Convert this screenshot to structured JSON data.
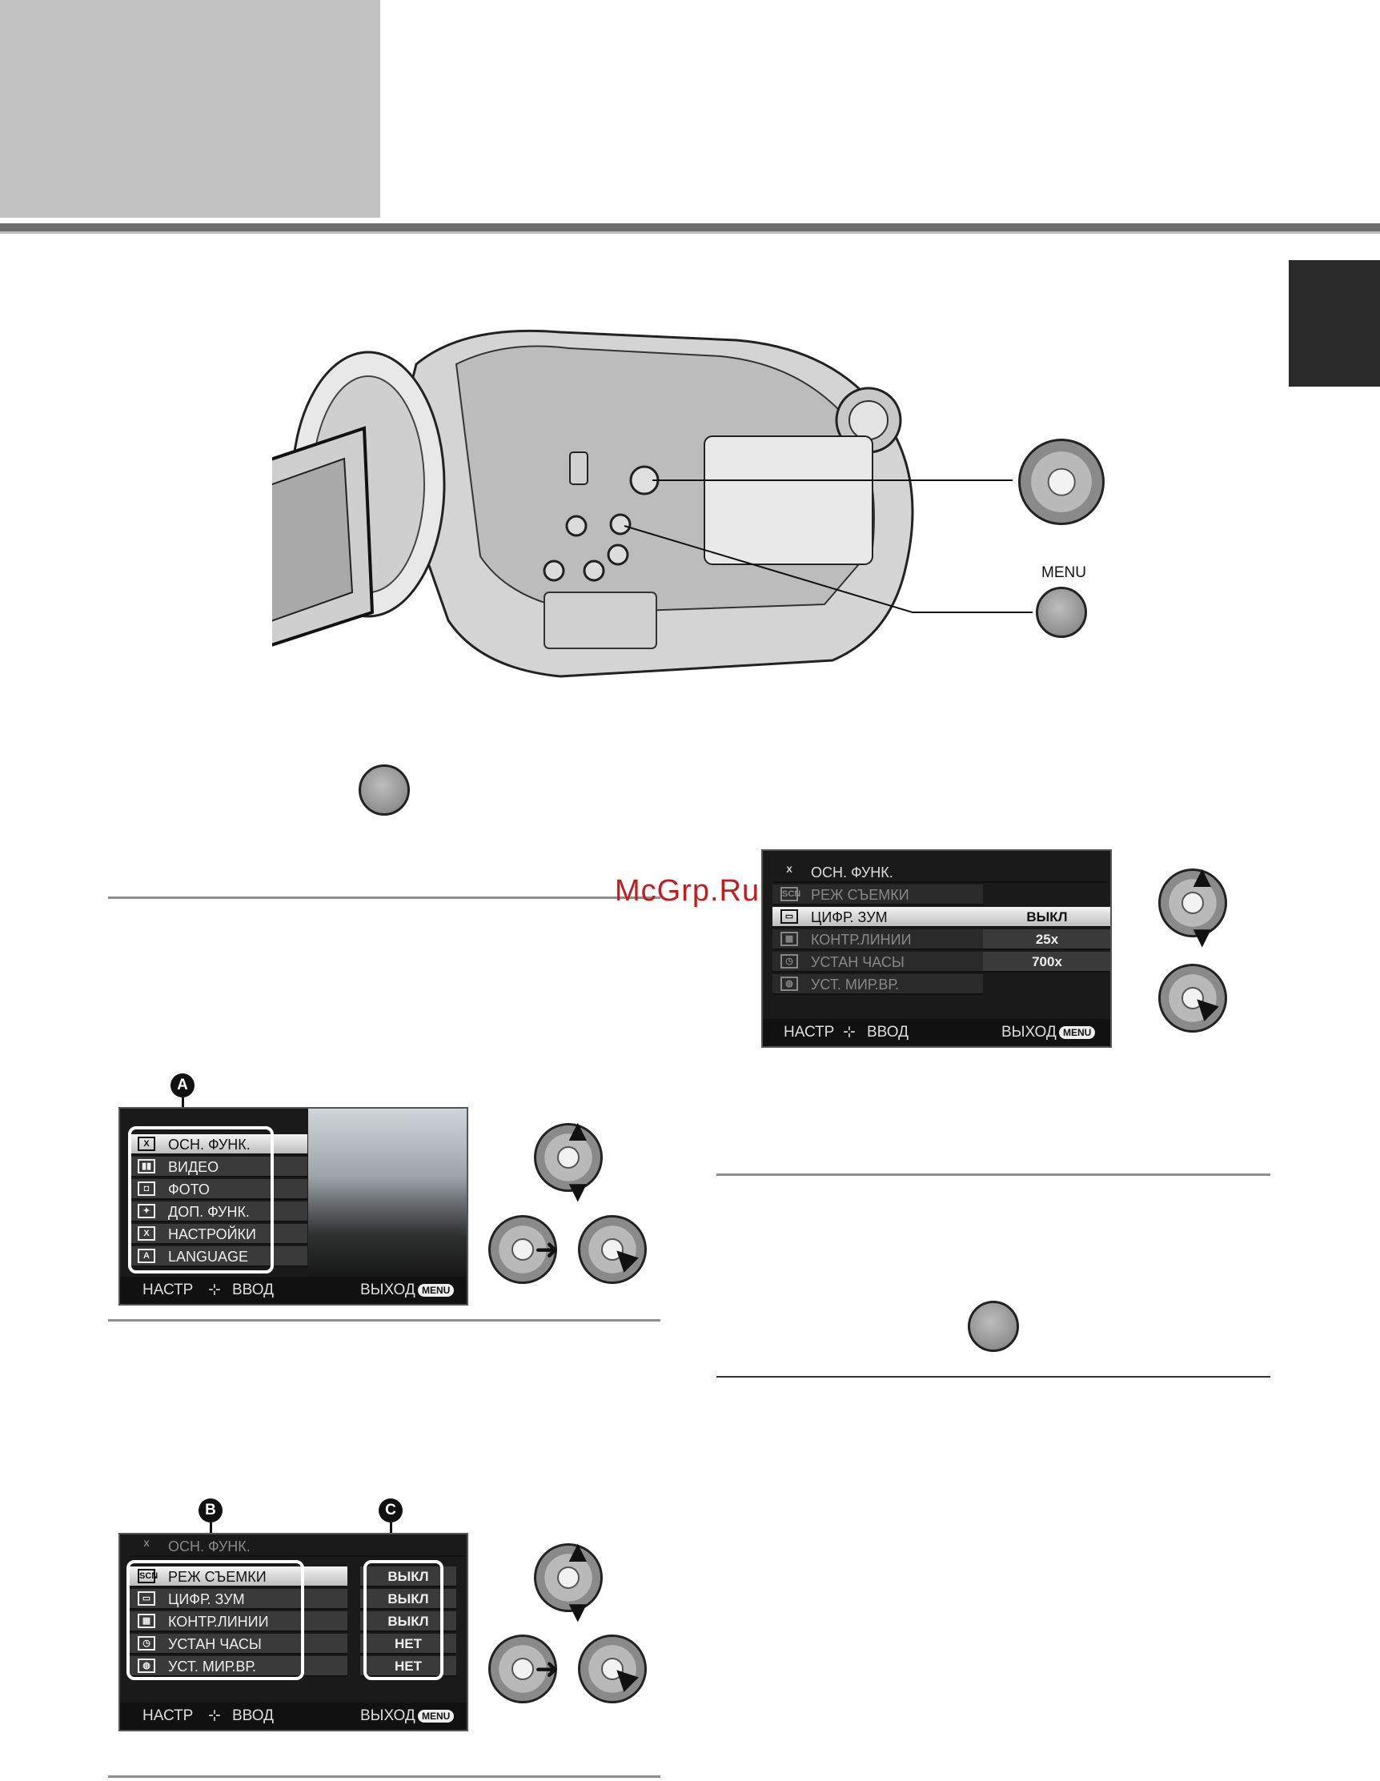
{
  "watermark": "McGrp.Ru",
  "camera": {
    "menu_button_label": "MENU"
  },
  "screen1": {
    "marker": "A",
    "items": [
      {
        "label": "ОСН. ФУНК.",
        "icon": "wrench-icon",
        "glyph": "X"
      },
      {
        "label": "ВИДЕО",
        "icon": "video-icon",
        "glyph": "▮▮"
      },
      {
        "label": "ФОТО",
        "icon": "camera-icon",
        "glyph": "◘"
      },
      {
        "label": "ДОП. ФУНК.",
        "icon": "advanced-icon",
        "glyph": "✦"
      },
      {
        "label": "НАСТРОЙКИ",
        "icon": "setup-icon",
        "glyph": "X"
      },
      {
        "label": "LANGUAGE",
        "icon": "language-icon",
        "glyph": "A"
      }
    ],
    "footer_left": "НАСТР",
    "footer_enter": "ВВОД",
    "footer_right": "ВЫХОД",
    "menu_pill": "MENU"
  },
  "screen2": {
    "marker_b": "B",
    "marker_c": "C",
    "header": "ОСН. ФУНК.",
    "items": [
      {
        "label": "РЕЖ СЪЕМКИ",
        "icon": "scene-icon",
        "glyph": "SCN",
        "value": "ВЫКЛ"
      },
      {
        "label": "ЦИФР. ЗУМ",
        "icon": "zoom-icon",
        "glyph": "▭",
        "value": "ВЫКЛ"
      },
      {
        "label": "КОНТР.ЛИНИИ",
        "icon": "grid-icon",
        "glyph": "▦",
        "value": "ВЫКЛ"
      },
      {
        "label": "УСТАН ЧАСЫ",
        "icon": "clock-icon",
        "glyph": "◷",
        "value": "НЕТ"
      },
      {
        "label": "УСТ. МИР.ВР.",
        "icon": "world-time-icon",
        "glyph": "◍",
        "value": "НЕТ"
      }
    ],
    "footer_left": "НАСТР",
    "footer_enter": "ВВОД",
    "footer_right": "ВЫХОД",
    "menu_pill": "MENU"
  },
  "screen3": {
    "header": "ОСН. ФУНК.",
    "items": [
      {
        "label": "РЕЖ СЪЕМКИ",
        "icon": "scene-icon",
        "glyph": "SCN",
        "state": "dim"
      },
      {
        "label": "ЦИФР. ЗУМ",
        "icon": "zoom-icon",
        "glyph": "▭",
        "state": "sel"
      },
      {
        "label": "КОНТР.ЛИНИИ",
        "icon": "grid-icon",
        "glyph": "▦",
        "state": "dim"
      },
      {
        "label": "УСТАН ЧАСЫ",
        "icon": "clock-icon",
        "glyph": "◷",
        "state": "dim"
      },
      {
        "label": "УСТ. МИР.ВР.",
        "icon": "world-time-icon",
        "glyph": "◍",
        "state": "dim"
      }
    ],
    "options": [
      "ВЫКЛ",
      "25x",
      "700x"
    ],
    "footer_left": "НАСТР",
    "footer_enter": "ВВОД",
    "footer_right": "ВЫХОД",
    "menu_pill": "MENU"
  }
}
